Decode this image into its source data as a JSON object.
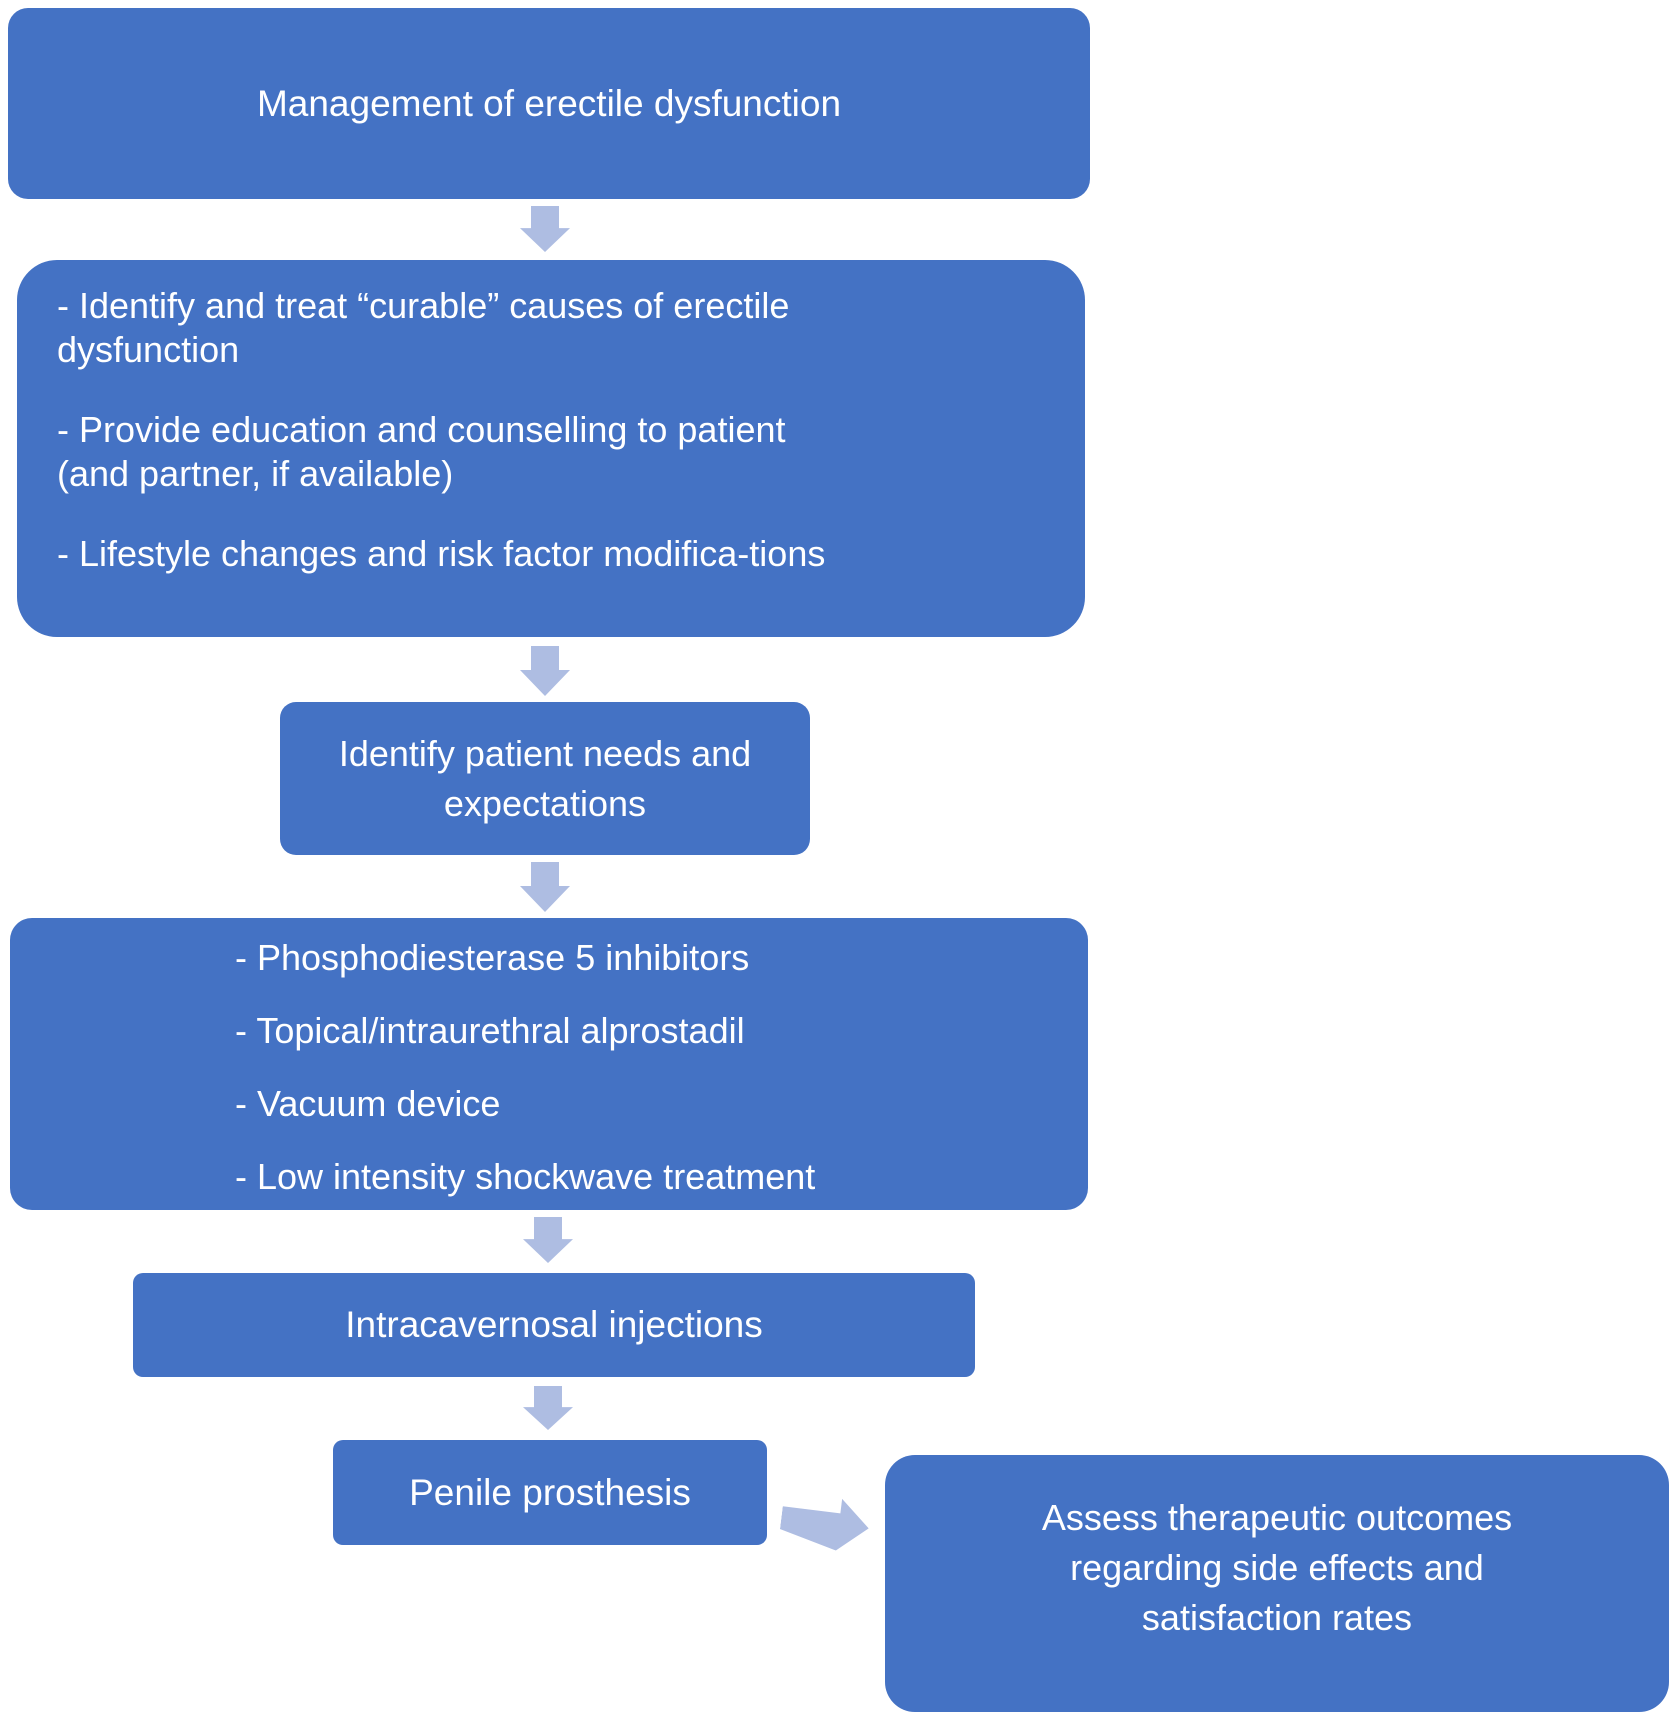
{
  "colors": {
    "box_blue": "#4472C4",
    "arrow_light_blue": "#AEBDE2",
    "text_white": "#FFFFFF"
  },
  "flowchart": {
    "title_box": {
      "label": "Management of erectile dysfunction"
    },
    "initial_management_box": {
      "items": [
        "- Identify and treat “curable” causes of erectile\ndysfunction",
        "- Provide education and counselling to patient\n(and partner, if available)",
        "- Lifestyle changes and risk factor modifica-tions"
      ]
    },
    "needs_box": {
      "label": "Identify patient needs and\nexpectations"
    },
    "treatments_box": {
      "items": [
        "- Phosphodiesterase 5 inhibitors",
        "- Topical/intraurethral alprostadil",
        "- Vacuum device",
        "- Low intensity shockwave treatment"
      ]
    },
    "injections_box": {
      "label": "Intracavernosal injections"
    },
    "prosthesis_box": {
      "label": "Penile prosthesis"
    },
    "outcomes_box": {
      "label": "Assess therapeutic outcomes\nregarding side effects and\nsatisfaction rates"
    }
  }
}
